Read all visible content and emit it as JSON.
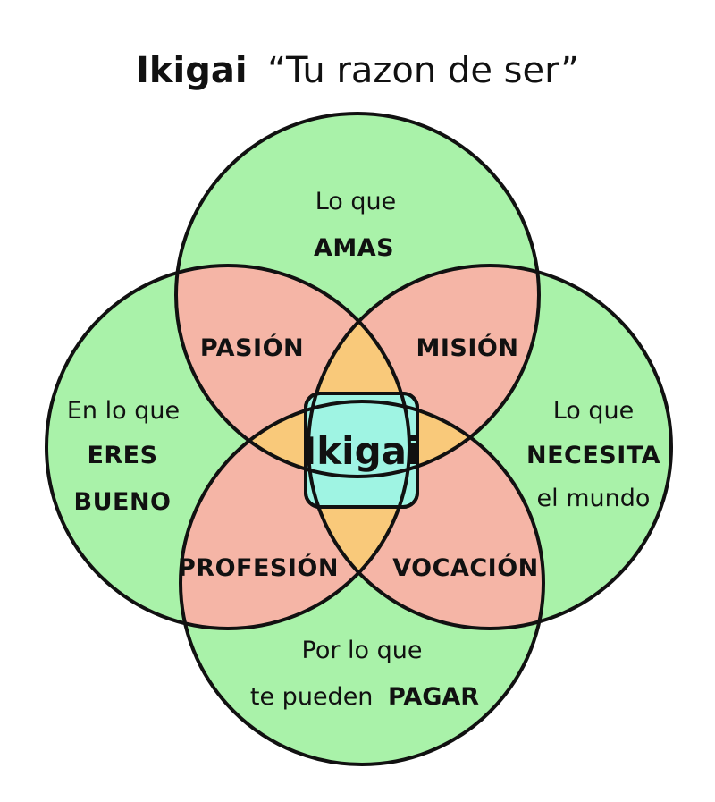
{
  "title": {
    "bold": "Ikigai",
    "rest": "“Tu razon de ser”"
  },
  "circles": {
    "top": {
      "line1": "Lo que",
      "line2": "AMAS"
    },
    "left": {
      "line1": "En lo que",
      "line2": "ERES",
      "line3": "BUENO"
    },
    "right": {
      "line1": "Lo que",
      "line2": "NECESITA",
      "line3": "el mundo"
    },
    "bottom": {
      "line1": "Por lo que",
      "line2_plain": "te pueden",
      "line2_bold": "PAGAR"
    }
  },
  "intersections": {
    "top_left": "PASIÓN",
    "top_right": "MISIÓN",
    "bottom_left": "PROFESIÓN",
    "bottom_right": "VOCACIÓN"
  },
  "center": "Ikigai",
  "colors": {
    "circle_fill": "#a9f2a9",
    "pair_overlap": "#f5b5a6",
    "triple_overlap": "#f9c97a",
    "center": "#9ff4e3",
    "outline": "#111111"
  }
}
